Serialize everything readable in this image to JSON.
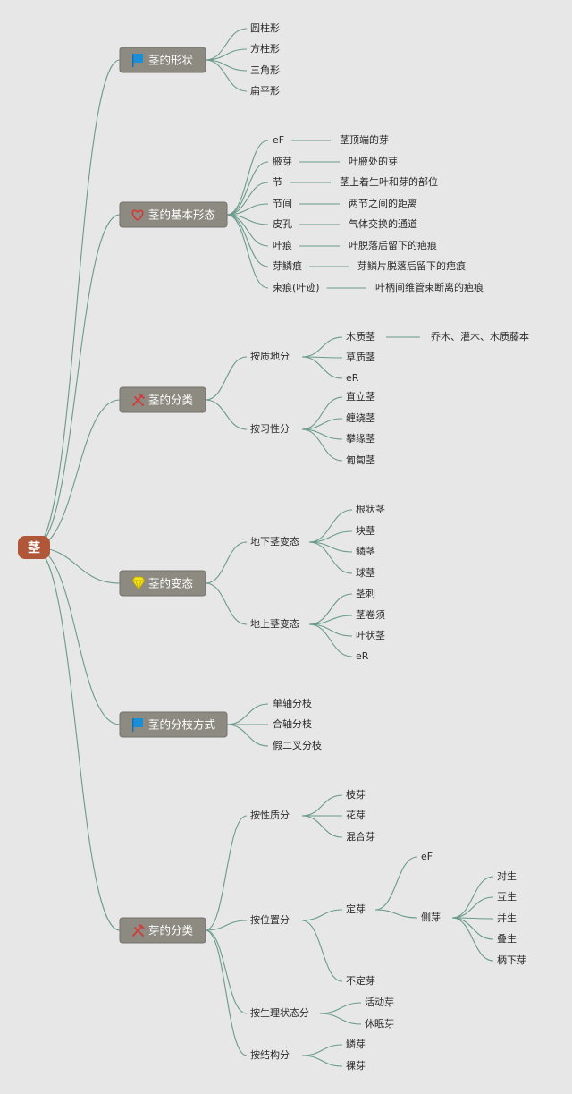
{
  "root": {
    "label": "茎"
  },
  "branches": [
    {
      "label": "茎的形状",
      "icon": "flag-icon",
      "children": [
        {
          "label": "圆柱形"
        },
        {
          "label": "方柱形"
        },
        {
          "label": "三角形"
        },
        {
          "label": "扁平形"
        }
      ]
    },
    {
      "label": "茎的基本形态",
      "icon": "heart-icon",
      "children": [
        {
          "label": "eF",
          "note": "茎顶端的芽"
        },
        {
          "label": "腋芽",
          "note": "叶腋处的芽"
        },
        {
          "label": "节",
          "note": "茎上着生叶和芽的部位"
        },
        {
          "label": "节间",
          "note": "两节之间的距离"
        },
        {
          "label": "皮孔",
          "note": "气体交换的通道"
        },
        {
          "label": "叶痕",
          "note": "叶脱落后留下的疤痕"
        },
        {
          "label": "芽鳞痕",
          "note": "芽鳞片脱落后留下的疤痕"
        },
        {
          "label": "束痕(叶迹)",
          "note": "叶柄间维管束断离的疤痕"
        }
      ]
    },
    {
      "label": "茎的分类",
      "icon": "tools-icon",
      "children": [
        {
          "label": "按质地分",
          "children": [
            {
              "label": "木质茎",
              "note": "乔木、灌木、木质藤本"
            },
            {
              "label": "草质茎"
            },
            {
              "label": "eR"
            }
          ]
        },
        {
          "label": "按习性分",
          "children": [
            {
              "label": "直立茎"
            },
            {
              "label": "缠绕茎"
            },
            {
              "label": "攀缘茎"
            },
            {
              "label": "匍匐茎"
            }
          ]
        }
      ]
    },
    {
      "label": "茎的变态",
      "icon": "gem-icon",
      "children": [
        {
          "label": "地下茎变态",
          "children": [
            {
              "label": "根状茎"
            },
            {
              "label": "块茎"
            },
            {
              "label": "鳞茎"
            },
            {
              "label": "球茎"
            }
          ]
        },
        {
          "label": "地上茎变态",
          "children": [
            {
              "label": "茎刺"
            },
            {
              "label": "茎卷须"
            },
            {
              "label": "叶状茎"
            },
            {
              "label": "eR"
            }
          ]
        }
      ]
    },
    {
      "label": "茎的分枝方式",
      "icon": "flag-icon",
      "children": [
        {
          "label": "单轴分枝"
        },
        {
          "label": "合轴分枝"
        },
        {
          "label": "假二叉分枝"
        }
      ]
    },
    {
      "label": "芽的分类",
      "icon": "tools-icon",
      "children": [
        {
          "label": "按性质分",
          "children": [
            {
              "label": "枝芽"
            },
            {
              "label": "花芽"
            },
            {
              "label": "混合芽"
            }
          ]
        },
        {
          "label": "按位置分",
          "children": [
            {
              "label": "定芽",
              "children": [
                {
                  "label": "eF"
                },
                {
                  "label": "侧芽",
                  "children": [
                    {
                      "label": "对生"
                    },
                    {
                      "label": "互生"
                    },
                    {
                      "label": "并生"
                    },
                    {
                      "label": "叠生"
                    },
                    {
                      "label": "柄下芽"
                    }
                  ]
                }
              ]
            },
            {
              "label": "不定芽"
            }
          ]
        },
        {
          "label": "按生理状态分",
          "children": [
            {
              "label": "活动芽"
            },
            {
              "label": "休眠芽"
            }
          ]
        },
        {
          "label": "按结构分",
          "children": [
            {
              "label": "鳞芽"
            },
            {
              "label": "裸芽"
            }
          ]
        }
      ]
    }
  ]
}
